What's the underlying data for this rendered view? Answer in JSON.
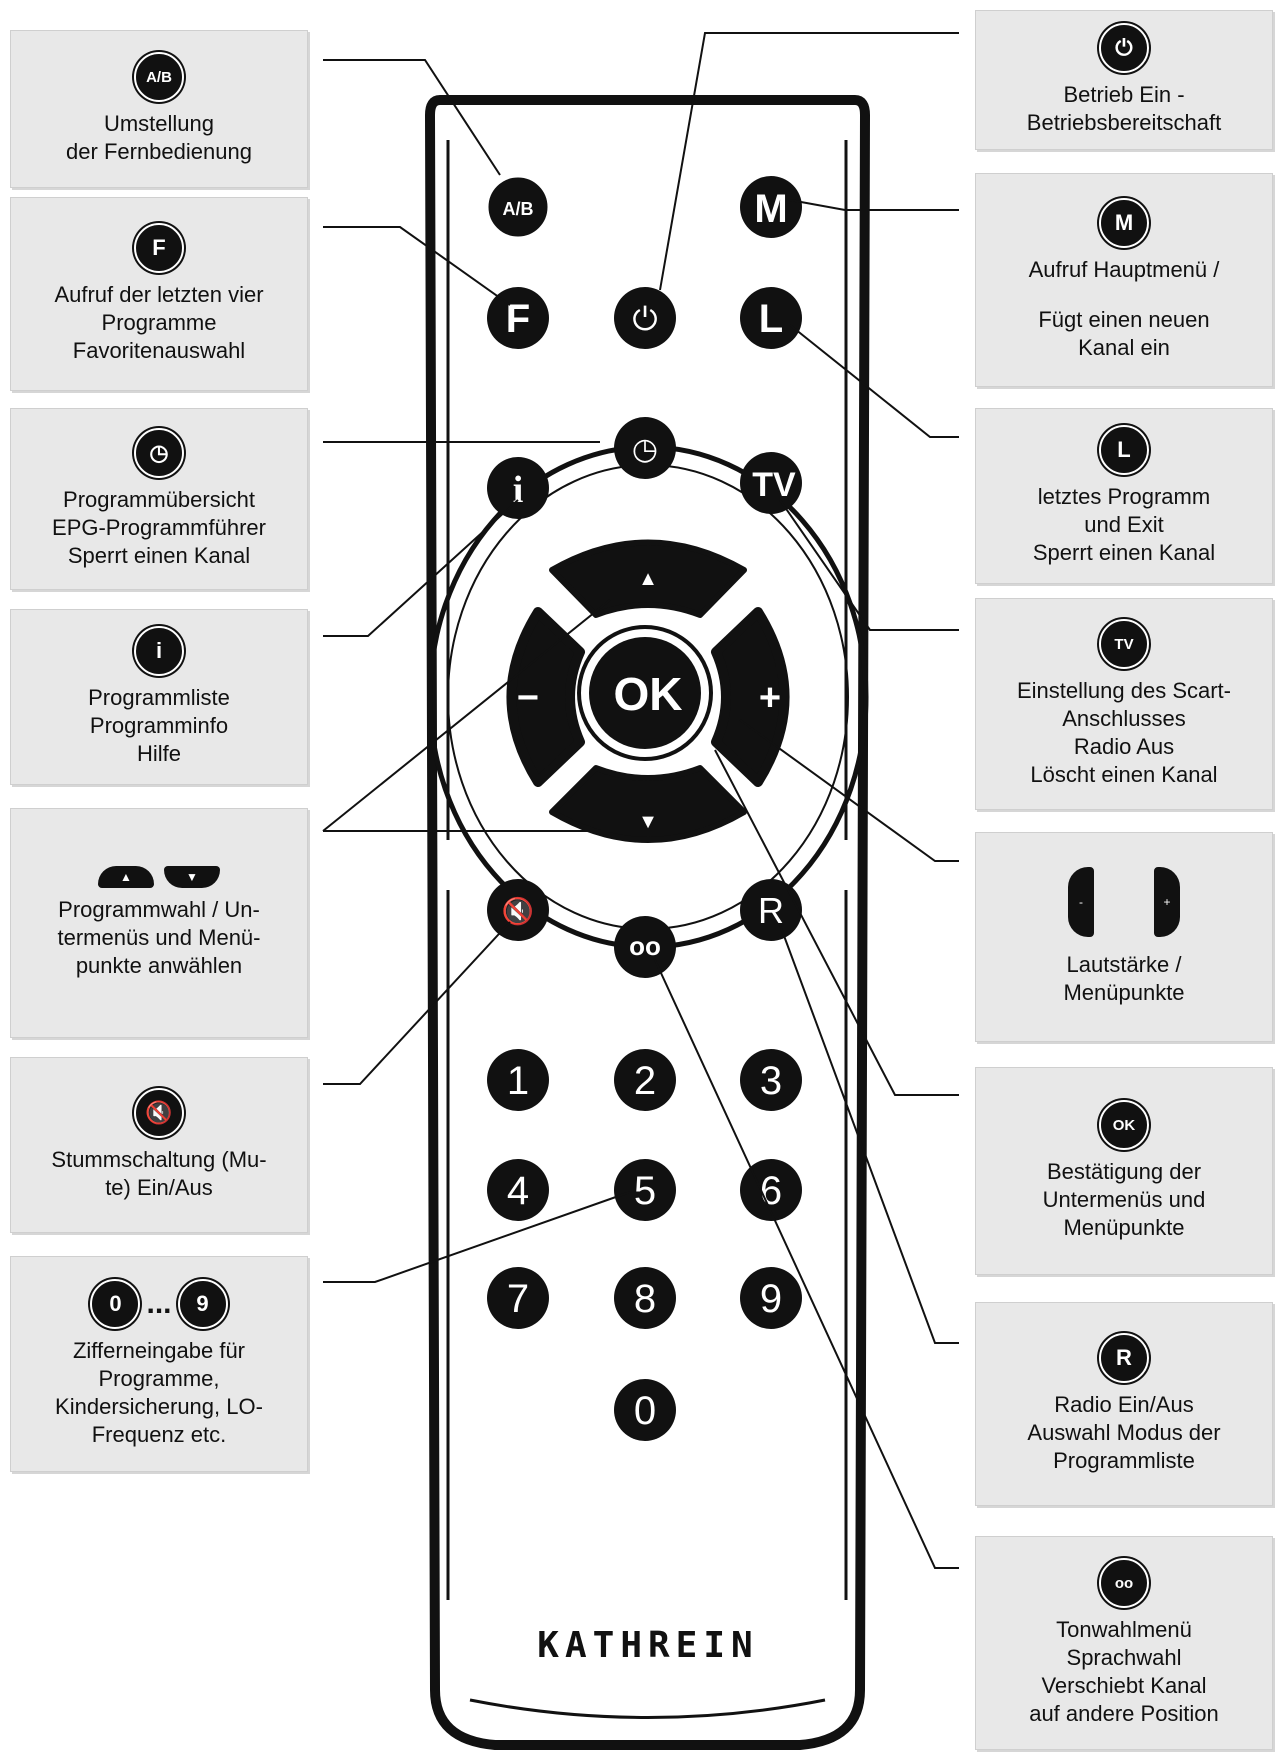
{
  "brand": "KATHREIN",
  "buttons": {
    "ab": "A/B",
    "power": "⏻",
    "menu": "M",
    "fav": "F",
    "last": "L",
    "epg": "◷",
    "info": "i",
    "tv": "TV",
    "ok": "OK",
    "minus": "−",
    "plus": "+",
    "up": "▲",
    "down": "▼",
    "mute": "🔇",
    "audio": "oo",
    "radio": "R",
    "digits": [
      "1",
      "2",
      "3",
      "4",
      "5",
      "6",
      "7",
      "8",
      "9",
      "0"
    ]
  },
  "callouts": {
    "ab": {
      "icon": "A/B",
      "text": "Umstellung\nder Fernbedienung"
    },
    "fav": {
      "icon": "F",
      "text": "Aufruf der letzten vier\nProgramme\nFavoritenauswahl"
    },
    "epg": {
      "icon": "◷",
      "text": "Programmübersicht\nEPG-Programmführer\nSperrt einen Kanal"
    },
    "info": {
      "icon": "i",
      "text": "Programmliste\nProgramminfo\nHilfe"
    },
    "arrows": {
      "up": "▲",
      "down": "▼",
      "text": "Programmwahl / Un-\ntermenüs und Menü-\npunkte anwählen"
    },
    "mute": {
      "icon": "🔇",
      "text": "Stummschaltung (Mu-\nte) Ein/Aus"
    },
    "digits": {
      "from": "0",
      "dots": "...",
      "to": "9",
      "text": "Zifferneingabe für\nProgramme,\nKindersicherung, LO-\nFrequenz etc."
    },
    "power": {
      "icon": "⏻",
      "text": "Betrieb Ein -\nBetriebsbereitschaft"
    },
    "menu": {
      "icon": "M",
      "line1": "Aufruf Hauptmenü /",
      "line2": "Fügt einen neuen\nKanal ein"
    },
    "last": {
      "icon": "L",
      "text": "letztes Programm\nund Exit\nSperrt einen Kanal"
    },
    "tv": {
      "icon": "TV",
      "text": "Einstellung des Scart-\nAnschlusses\nRadio Aus\nLöscht einen Kanal"
    },
    "vol": {
      "minus": "-",
      "plus": "+",
      "text": "Lautstärke /\nMenüpunkte"
    },
    "ok": {
      "icon": "OK",
      "text": "Bestätigung der\nUntermenüs und\nMenüpunkte"
    },
    "radio": {
      "icon": "R",
      "text": "Radio Ein/Aus\nAuswahl Modus der\nProgrammliste"
    },
    "audio": {
      "icon": "oo",
      "text": "Tonwahlmenü\nSprachwahl\nVerschiebt Kanal\nauf andere Position"
    }
  }
}
